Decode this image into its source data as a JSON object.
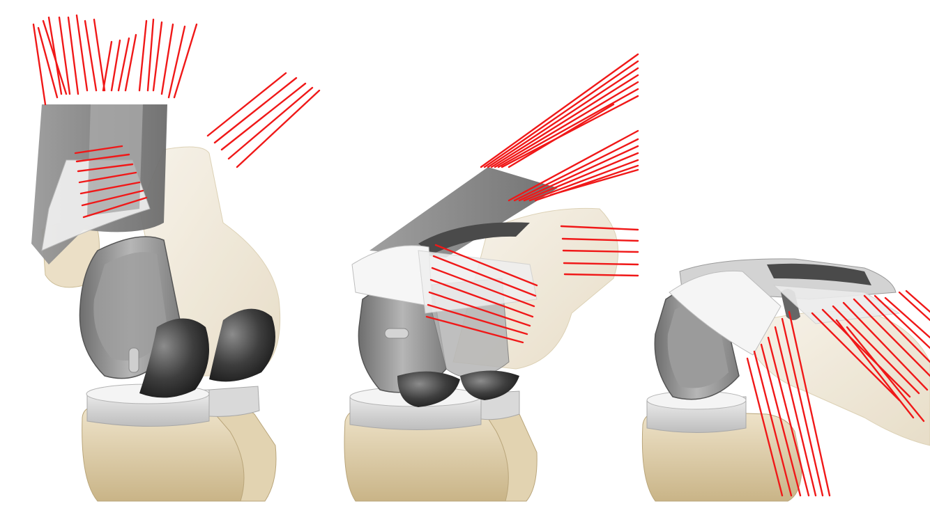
{
  "figure": {
    "panels": [
      {
        "id": "panel-left"
      },
      {
        "id": "panel-middle"
      },
      {
        "id": "panel-right"
      }
    ]
  },
  "colors": {
    "background": "#ffffff",
    "fiber_red": "#f01818",
    "bone": "#e9dcc0",
    "bone_shade": "#cdb98f",
    "femur_translucent": "#efe7d6",
    "metal_dark": "#3c3c3c",
    "metal_mid": "#7a7a7a",
    "metal_light": "#d7d7d7",
    "tibial_tray": "#dcdcdc",
    "band_grey": "#8c8c8c",
    "band_light": "#f3f3f3"
  }
}
